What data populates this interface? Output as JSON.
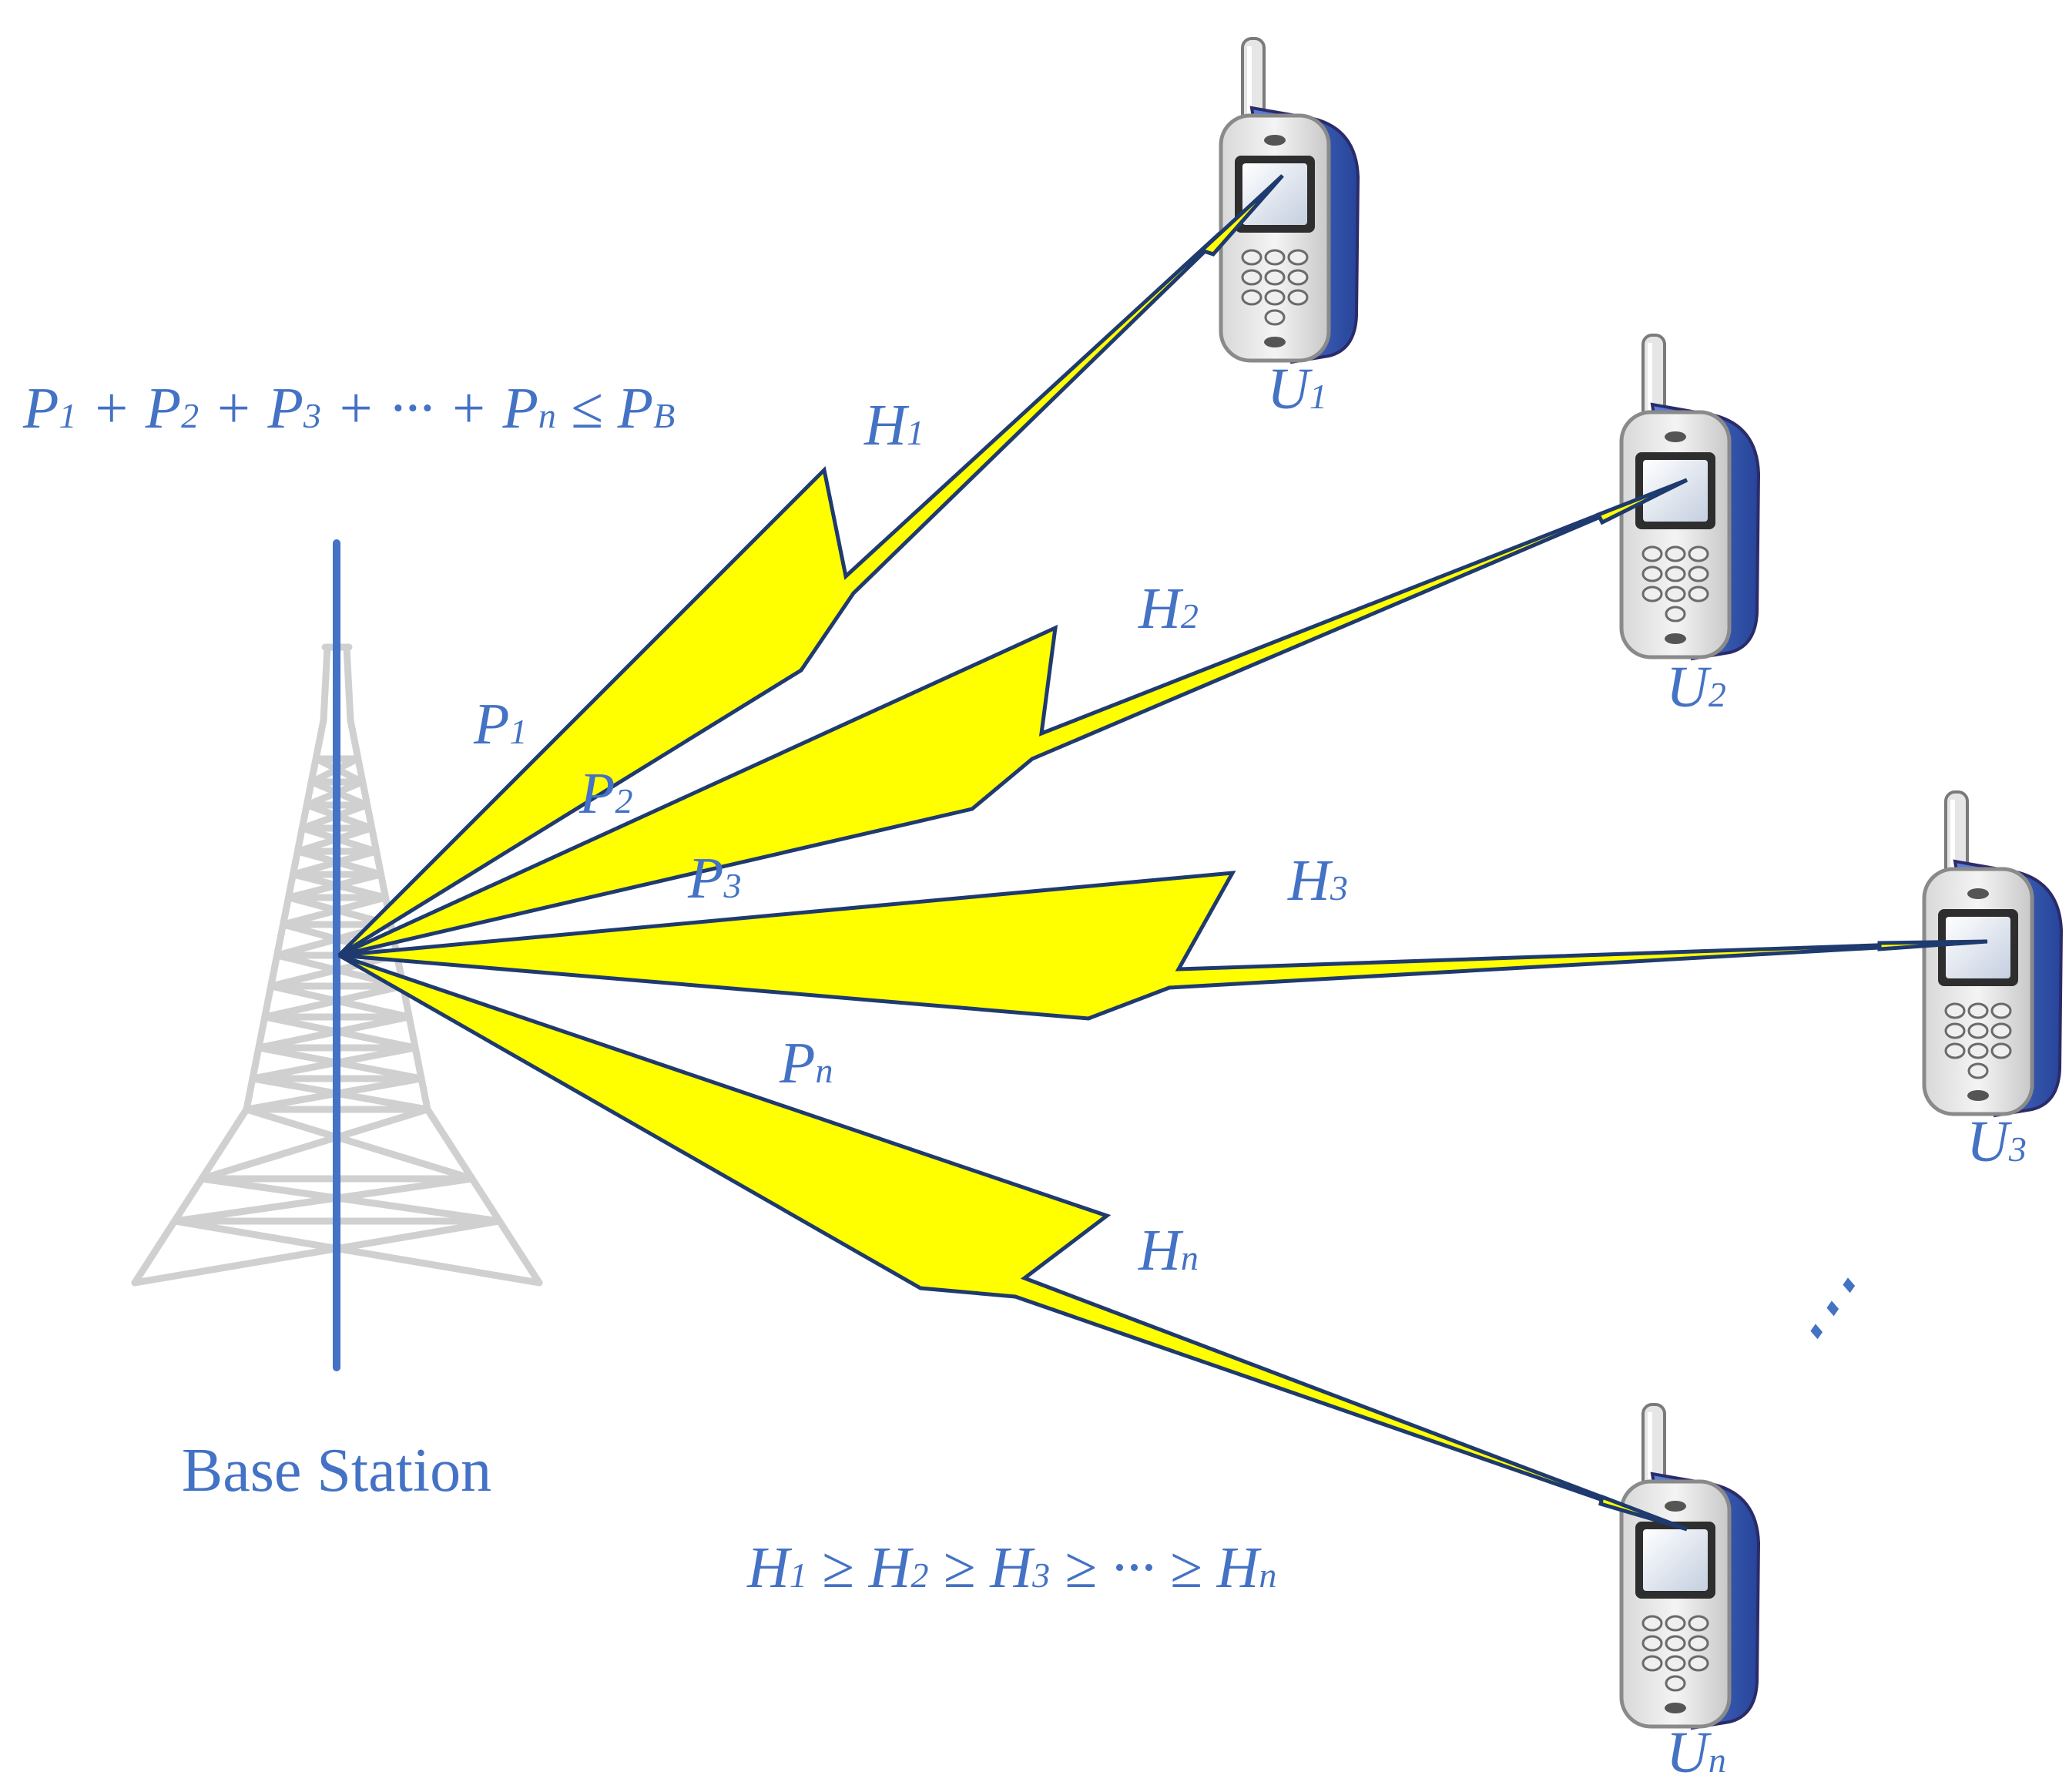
{
  "base_station": {
    "caption": "Base Station"
  },
  "power_constraint": [
    "P",
    "1",
    " + ",
    "P",
    "2",
    " + ",
    "P",
    "3",
    " + ··· + ",
    "P",
    "n",
    " ≤ ",
    "P",
    "B"
  ],
  "channel_order": [
    "H",
    "1",
    " ≥ ",
    "H",
    "2",
    " ≥ ",
    "H",
    "3",
    " ≥ ··· ≥ ",
    "H",
    "n"
  ],
  "links": [
    {
      "power_label": "P",
      "power_sub": "1",
      "channel_label": "H",
      "channel_sub": "1",
      "user_label": "U",
      "user_sub": "1"
    },
    {
      "power_label": "P",
      "power_sub": "2",
      "channel_label": "H",
      "channel_sub": "2",
      "user_label": "U",
      "user_sub": "2"
    },
    {
      "power_label": "P",
      "power_sub": "3",
      "channel_label": "H",
      "channel_sub": "3",
      "user_label": "U",
      "user_sub": "3"
    },
    {
      "power_label": "P",
      "power_sub": "n",
      "channel_label": "H",
      "channel_sub": "n",
      "user_label": "U",
      "user_sub": "n"
    }
  ],
  "ellipsis": "⋯",
  "colors": {
    "label": "#4472c4",
    "beam_fill": "#ffff00",
    "beam_stroke": "#1f3a6e",
    "tower": "#d0d0d0",
    "phone_accent": "#3b5fc0"
  },
  "icons": [
    "cell-tower-icon",
    "mobile-phone-icon"
  ]
}
